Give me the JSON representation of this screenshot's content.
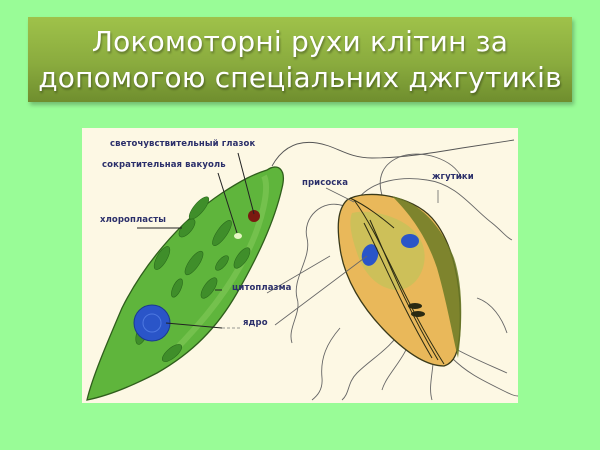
{
  "slide": {
    "background_color": "#99fc97",
    "title": {
      "line1": "Локомоторні рухи клітин за",
      "line2": "допомогою спеціальних джгутиків",
      "box_color": "#8aab3e",
      "text_color": "#ffffff"
    },
    "figure": {
      "background_color": "#fdf8e4",
      "organisms": [
        "euglena",
        "giardia"
      ],
      "labels": {
        "eyespot": "светочувствительный глазок",
        "contractile_vacuole": "сократительная вакуоль",
        "chloroplasts": "хлоропласты",
        "cytoplasm": "цитоплазма",
        "nucleus": "ядро",
        "sucker": "присоска",
        "flagella": "жгутики"
      },
      "colors": {
        "label_text": "#2b2f6a",
        "euglena_body": "#5fb53c",
        "chloroplast": "#3f8e2a",
        "nucleus": "#2a55c8",
        "eyespot": "#7a1a10",
        "giardia_body": "#e9b85a",
        "giardia_edge": "#5b6a20"
      }
    }
  }
}
